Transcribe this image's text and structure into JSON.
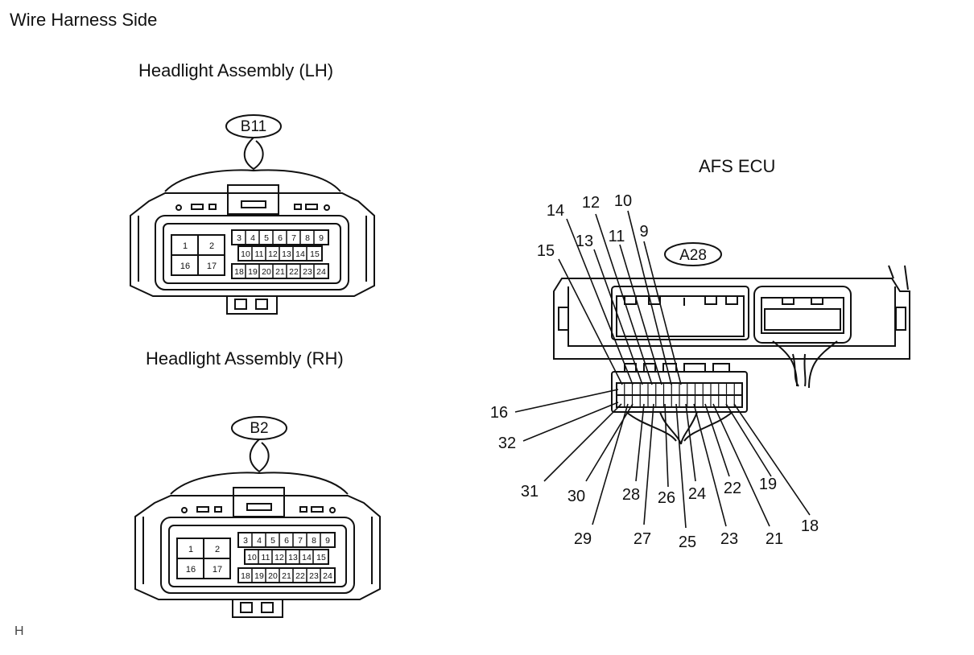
{
  "header": {
    "title": "Wire Harness Side"
  },
  "connector_lh": {
    "label": "Headlight Assembly (LH)",
    "code": "B11",
    "pins_large": [
      "1",
      "2",
      "16",
      "17"
    ],
    "pins_row1": [
      "3",
      "4",
      "5",
      "6",
      "7",
      "8",
      "9"
    ],
    "pins_row2": [
      "10",
      "11",
      "12",
      "13",
      "14",
      "15"
    ],
    "pins_row3": [
      "18",
      "19",
      "20",
      "21",
      "22",
      "23",
      "24"
    ]
  },
  "connector_rh": {
    "label": "Headlight Assembly (RH)",
    "code": "B2",
    "pins_large": [
      "1",
      "2",
      "16",
      "17"
    ],
    "pins_row1": [
      "3",
      "4",
      "5",
      "6",
      "7",
      "8",
      "9"
    ],
    "pins_row2": [
      "10",
      "11",
      "12",
      "13",
      "14",
      "15"
    ],
    "pins_row3": [
      "18",
      "19",
      "20",
      "21",
      "22",
      "23",
      "24"
    ]
  },
  "ecu": {
    "label": "AFS ECU",
    "code": "A28",
    "top_pins": [
      "15",
      "14",
      "13",
      "12",
      "11",
      "10",
      "9"
    ],
    "left_pins": [
      "16",
      "32"
    ],
    "bottom_pins": [
      "31",
      "29",
      "30",
      "28",
      "27",
      "26",
      "25",
      "24",
      "23",
      "22",
      "21",
      "19",
      "18"
    ]
  },
  "footer": {
    "tag": "H"
  }
}
